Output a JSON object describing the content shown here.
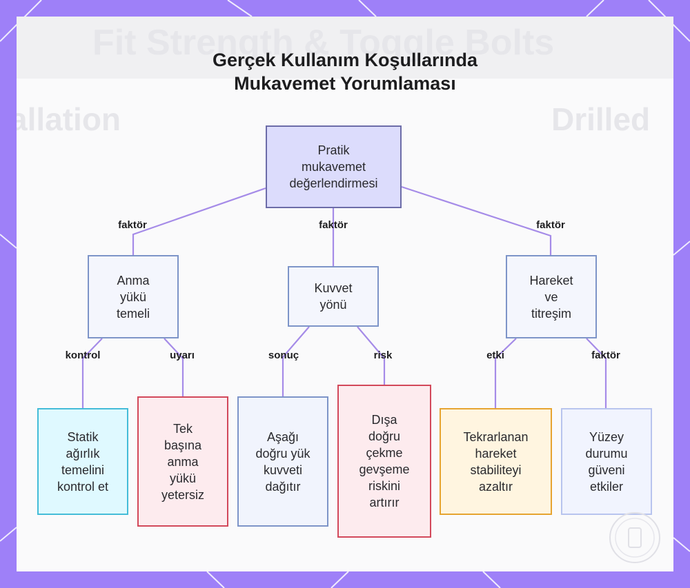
{
  "title": {
    "line1": "Gerçek Kullanım Koşullarında",
    "line2": "Mukavemet Yorumlaması"
  },
  "colors": {
    "frame": "#9e80f8",
    "edge": "#a58be8"
  },
  "nodes": {
    "root": {
      "lines": [
        "Pratik",
        "mukavemet",
        "değerlendirmesi"
      ]
    },
    "anma": {
      "lines": [
        "Anma",
        "yükü",
        "temeli"
      ]
    },
    "kuvvet": {
      "lines": [
        "Kuvvet",
        "yönü"
      ]
    },
    "hareket": {
      "lines": [
        "Hareket",
        "ve",
        "titreşim"
      ]
    },
    "statik": {
      "lines": [
        "Statik",
        "ağırlık",
        "temelini",
        "kontrol et"
      ]
    },
    "tek": {
      "lines": [
        "Tek",
        "başına",
        "anma",
        "yükü",
        "yetersiz"
      ]
    },
    "asagi": {
      "lines": [
        "Aşağı",
        "doğru yük",
        "kuvveti",
        "dağıtır"
      ]
    },
    "disa": {
      "lines": [
        "Dışa",
        "doğru",
        "çekme",
        "gevşeme",
        "riskini",
        "artırır"
      ]
    },
    "tekrar": {
      "lines": [
        "Tekrarlanan",
        "hareket",
        "stabiliteyi",
        "azaltır"
      ]
    },
    "yuzey": {
      "lines": [
        "Yüzey",
        "durumu",
        "güveni",
        "etkiler"
      ]
    }
  },
  "edge_labels": {
    "root_anma": "faktör",
    "root_kuvvet": "faktör",
    "root_hareket": "faktör",
    "anma_statik": "kontrol",
    "anma_tek": "uyarı",
    "kuvvet_asagi": "sonuç",
    "kuvvet_disa": "risk",
    "hareket_tekrar": "etki",
    "hareket_yuzey": "faktör"
  },
  "background_text": {
    "top": "Fit Strength & Toggle Bolts",
    "left": "allation",
    "right": "Drilled"
  }
}
